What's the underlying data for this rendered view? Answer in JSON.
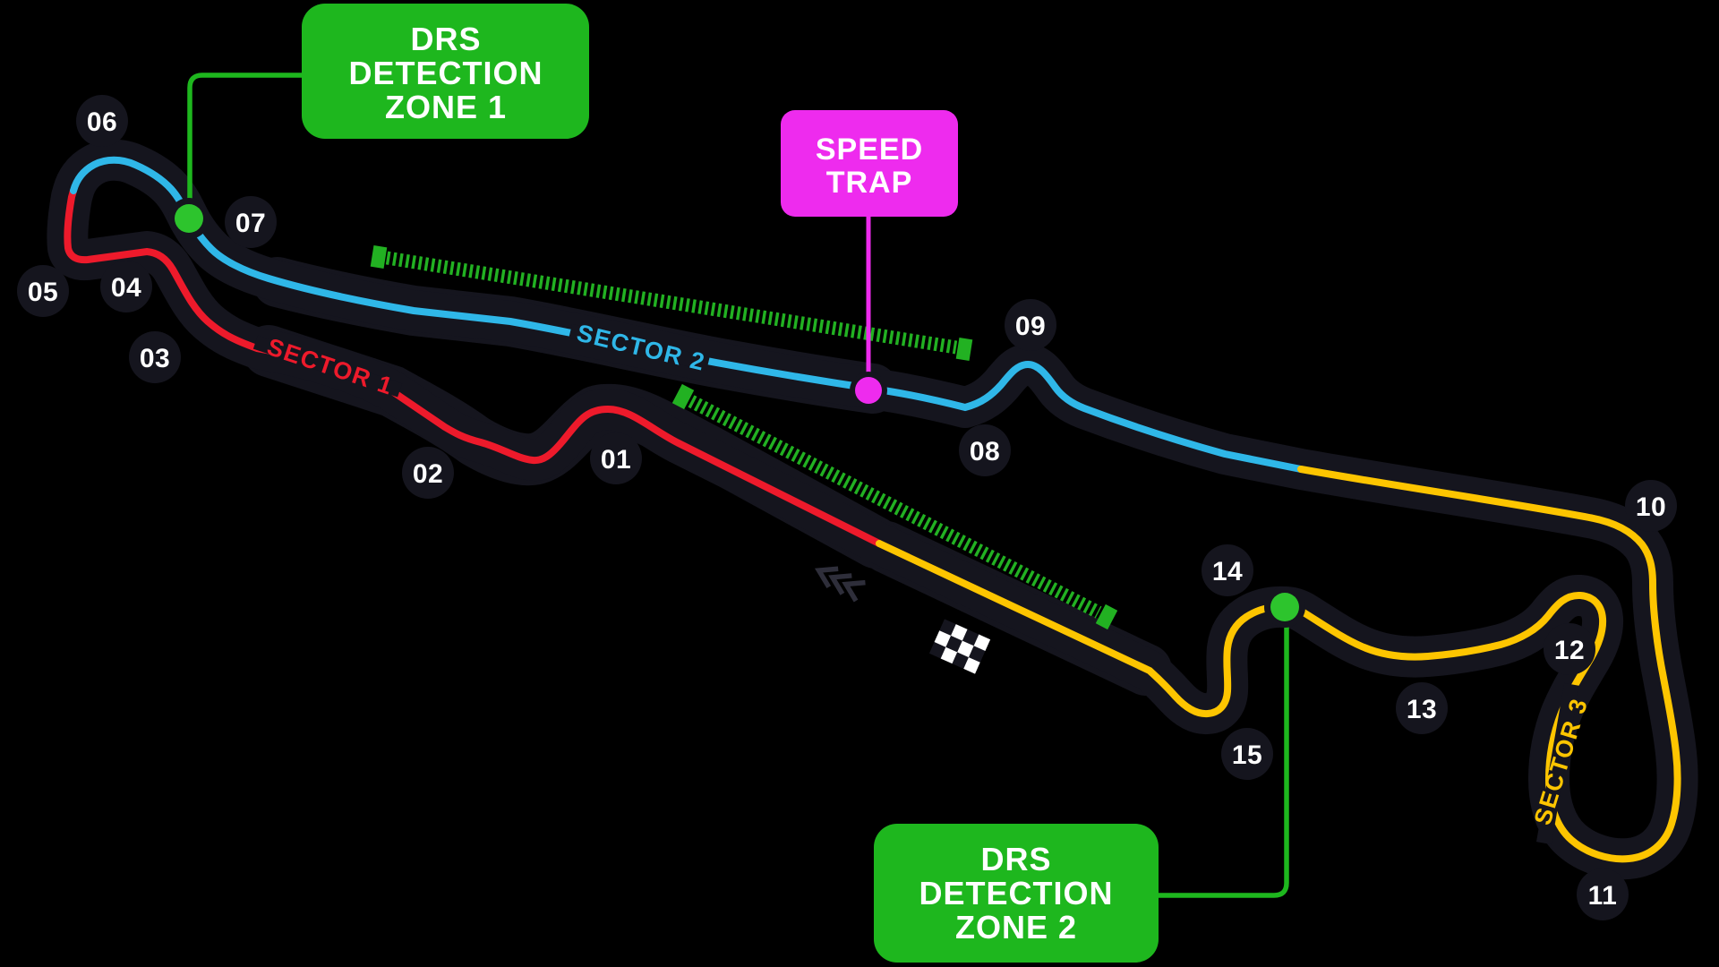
{
  "map": {
    "name": "circuit-track-map",
    "direction_markers": "chevrons",
    "start_finish_marker": "checkered-flag"
  },
  "colors": {
    "background": "#000000",
    "track_dark": "#15151e",
    "sector_1": "#ed1a2b",
    "sector_2": "#2fb7e8",
    "sector_3": "#fdc500",
    "drs_green": "#1eb71e",
    "drs_dot_green": "#2dc42d",
    "drs_ticks_green": "#22b122",
    "speed_trap_magenta": "#ee2bee",
    "badge_fill": "#15151e",
    "badge_text": "#ffffff",
    "chevron_gray": "#2e2e3a"
  },
  "sectors": [
    {
      "label": "SECTOR 1",
      "color": "#ed1a2b"
    },
    {
      "label": "SECTOR 2",
      "color": "#2fb7e8"
    },
    {
      "label": "SECTOR 3",
      "color": "#fdc500"
    }
  ],
  "turns": [
    {
      "label": "01"
    },
    {
      "label": "02"
    },
    {
      "label": "03"
    },
    {
      "label": "04"
    },
    {
      "label": "05"
    },
    {
      "label": "06"
    },
    {
      "label": "07"
    },
    {
      "label": "08"
    },
    {
      "label": "09"
    },
    {
      "label": "10"
    },
    {
      "label": "11"
    },
    {
      "label": "12"
    },
    {
      "label": "13"
    },
    {
      "label": "14"
    },
    {
      "label": "15"
    }
  ],
  "callouts": {
    "drs_detection_zone_1": {
      "line1": "DRS",
      "line2": "DETECTION",
      "line3": "ZONE 1"
    },
    "drs_detection_zone_2": {
      "line1": "DRS",
      "line2": "DETECTION",
      "line3": "ZONE 2"
    },
    "speed_trap": {
      "line1": "SPEED",
      "line2": "TRAP"
    }
  }
}
